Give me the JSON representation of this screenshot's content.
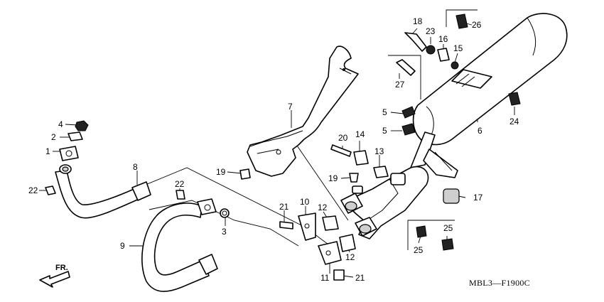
{
  "callouts": {
    "c1": "1",
    "c2": "2",
    "c3": "3",
    "c4": "4",
    "c5a": "5",
    "c5b": "5",
    "c6": "6",
    "c7": "7",
    "c8": "8",
    "c9": "9",
    "c10": "10",
    "c11": "11",
    "c12a": "12",
    "c12b": "12",
    "c13": "13",
    "c14": "14",
    "c15": "15",
    "c16": "16",
    "c17": "17",
    "c18": "18",
    "c19a": "19",
    "c19b": "19",
    "c20": "20",
    "c21a": "21",
    "c21b": "21",
    "c22a": "22",
    "c22b": "22",
    "c23": "23",
    "c24": "24",
    "c25a": "25",
    "c25b": "25",
    "c26": "26",
    "c27": "27"
  },
  "direction_label": "FR.",
  "diagram_code": "MBL3—F1900C"
}
